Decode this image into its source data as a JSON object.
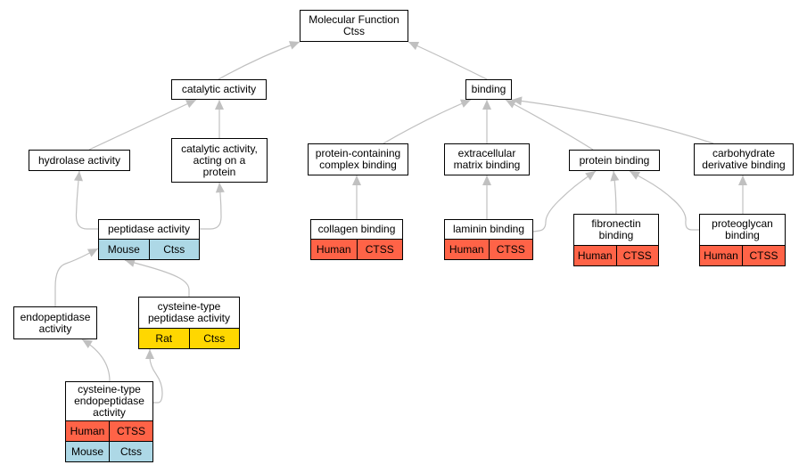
{
  "colors": {
    "Human": "#ff6347",
    "Mouse": "#add8e6",
    "Rat": "#ffd700",
    "edge": "#c0c0c0"
  },
  "nodes": [
    {
      "id": "mf",
      "label": "Molecular Function\nCtss",
      "annotations": []
    },
    {
      "id": "catalytic",
      "label": "catalytic activity",
      "annotations": []
    },
    {
      "id": "binding",
      "label": "binding",
      "annotations": []
    },
    {
      "id": "hydrolase",
      "label": "hydrolase activity",
      "annotations": []
    },
    {
      "id": "cat-protein",
      "label": "catalytic activity,\nacting on a\nprotein",
      "annotations": []
    },
    {
      "id": "pcc",
      "label": "protein-containing\ncomplex binding",
      "annotations": []
    },
    {
      "id": "ecm",
      "label": "extracellular\nmatrix binding",
      "annotations": []
    },
    {
      "id": "protein-binding",
      "label": "protein binding",
      "annotations": []
    },
    {
      "id": "carb",
      "label": "carbohydrate\nderivative binding",
      "annotations": []
    },
    {
      "id": "peptidase",
      "label": "peptidase activity",
      "annotations": [
        {
          "species": "Mouse",
          "gene": "Ctss"
        }
      ]
    },
    {
      "id": "collagen",
      "label": "collagen binding",
      "annotations": [
        {
          "species": "Human",
          "gene": "CTSS"
        }
      ]
    },
    {
      "id": "laminin",
      "label": "laminin binding",
      "annotations": [
        {
          "species": "Human",
          "gene": "CTSS"
        }
      ]
    },
    {
      "id": "fibronectin",
      "label": "fibronectin\nbinding",
      "annotations": [
        {
          "species": "Human",
          "gene": "CTSS"
        }
      ]
    },
    {
      "id": "proteoglycan",
      "label": "proteoglycan\nbinding",
      "annotations": [
        {
          "species": "Human",
          "gene": "CTSS"
        }
      ]
    },
    {
      "id": "endopeptidase",
      "label": "endopeptidase\nactivity",
      "annotations": []
    },
    {
      "id": "cys-peptidase",
      "label": "cysteine-type\npeptidase activity",
      "annotations": [
        {
          "species": "Rat",
          "gene": "Ctss"
        }
      ]
    },
    {
      "id": "cys-endo",
      "label": "cysteine-type\nendopeptidase\nactivity",
      "annotations": [
        {
          "species": "Human",
          "gene": "CTSS"
        },
        {
          "species": "Mouse",
          "gene": "Ctss"
        }
      ]
    }
  ],
  "edges": [
    {
      "from": "catalytic",
      "to": "mf"
    },
    {
      "from": "binding",
      "to": "mf"
    },
    {
      "from": "hydrolase",
      "to": "catalytic"
    },
    {
      "from": "cat-protein",
      "to": "catalytic"
    },
    {
      "from": "pcc",
      "to": "binding"
    },
    {
      "from": "ecm",
      "to": "binding"
    },
    {
      "from": "protein-binding",
      "to": "binding"
    },
    {
      "from": "carb",
      "to": "binding"
    },
    {
      "from": "peptidase",
      "to": "hydrolase"
    },
    {
      "from": "peptidase",
      "to": "cat-protein"
    },
    {
      "from": "collagen",
      "to": "pcc"
    },
    {
      "from": "laminin",
      "to": "ecm"
    },
    {
      "from": "laminin",
      "to": "protein-binding"
    },
    {
      "from": "fibronectin",
      "to": "protein-binding"
    },
    {
      "from": "proteoglycan",
      "to": "protein-binding"
    },
    {
      "from": "proteoglycan",
      "to": "carb"
    },
    {
      "from": "endopeptidase",
      "to": "peptidase"
    },
    {
      "from": "cys-peptidase",
      "to": "peptidase"
    },
    {
      "from": "cys-endo",
      "to": "endopeptidase"
    },
    {
      "from": "cys-endo",
      "to": "cys-peptidase"
    }
  ]
}
